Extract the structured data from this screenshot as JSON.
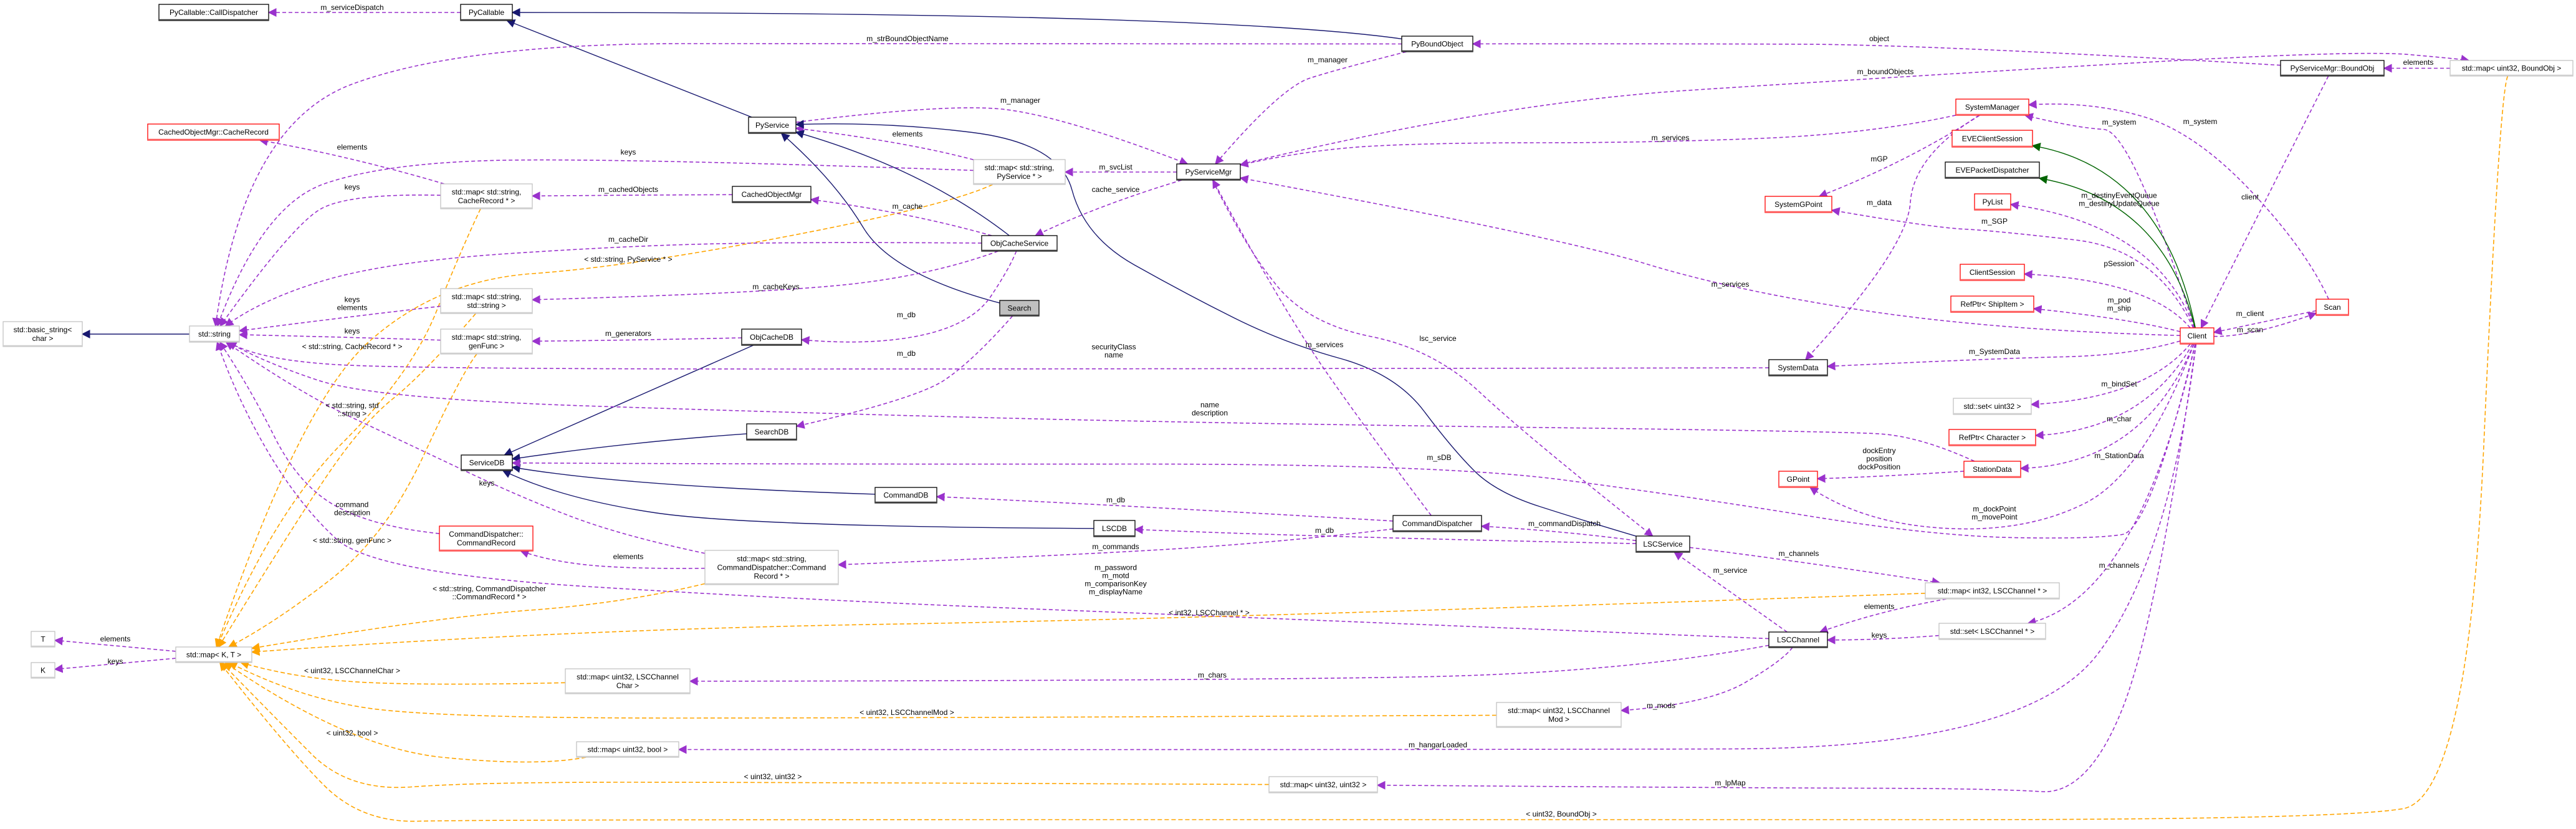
{
  "colors": {
    "usage": "#9a32cd",
    "inheritance": "#191970",
    "protected-inheritance": "#006400",
    "template-instance": "#ffa500",
    "undocumented_border": "#ff0000",
    "template_border": "#bfbfbf",
    "documented_border": "#000000",
    "current_fill": "#bfbfbf"
  },
  "nodes": [
    {
      "id": "calldisp",
      "label": [
        "PyCallable::CallDispatcher"
      ],
      "style": "documented"
    },
    {
      "id": "pycallable",
      "label": [
        "PyCallable"
      ],
      "style": "documented"
    },
    {
      "id": "pyboundobject",
      "label": [
        "PyBoundObject"
      ],
      "style": "documented"
    },
    {
      "id": "cacherecord",
      "label": [
        "CachedObjectMgr::CacheRecord"
      ],
      "style": "undocumented"
    },
    {
      "id": "pyservice",
      "label": [
        "PyService"
      ],
      "style": "documented"
    },
    {
      "id": "map_str_cacherec",
      "label": [
        "std::map< std::string,",
        "CacheRecord * >"
      ],
      "style": "template"
    },
    {
      "id": "cachedobjmgr",
      "label": [
        "CachedObjectMgr"
      ],
      "style": "documented"
    },
    {
      "id": "basic_string",
      "label": [
        "std::basic_string<",
        "char >"
      ],
      "style": "template"
    },
    {
      "id": "string",
      "label": [
        "std::string"
      ],
      "style": "template"
    },
    {
      "id": "map_str_str",
      "label": [
        "std::map< std::string,",
        "std::string >"
      ],
      "style": "template"
    },
    {
      "id": "map_str_genfunc",
      "label": [
        "std::map< std::string,",
        "genFunc >"
      ],
      "style": "template"
    },
    {
      "id": "objcachedb",
      "label": [
        "ObjCacheDB"
      ],
      "style": "documented"
    },
    {
      "id": "searchdb",
      "label": [
        "SearchDB"
      ],
      "style": "documented"
    },
    {
      "id": "servicedb",
      "label": [
        "ServiceDB"
      ],
      "style": "documented"
    },
    {
      "id": "cd_cmdrec",
      "label": [
        "CommandDispatcher::",
        "CommandRecord"
      ],
      "style": "undocumented"
    },
    {
      "id": "map_str_cdcr",
      "label": [
        "std::map< std::string,",
        "CommandDispatcher::Command",
        "Record * >"
      ],
      "style": "template"
    },
    {
      "id": "T",
      "label": [
        "T"
      ],
      "style": "template"
    },
    {
      "id": "K",
      "label": [
        "K"
      ],
      "style": "template"
    },
    {
      "id": "map_kt",
      "label": [
        "std::map< K, T >"
      ],
      "style": "template"
    },
    {
      "id": "map_u32_chanchar",
      "label": [
        "std::map< uint32, LSCChannel",
        "Char >"
      ],
      "style": "template"
    },
    {
      "id": "map_u32_bool",
      "label": [
        "std::map< uint32, bool >"
      ],
      "style": "template"
    },
    {
      "id": "map_str_pyservice",
      "label": [
        "std::map< std::string,",
        "PyService * >"
      ],
      "style": "template"
    },
    {
      "id": "pyservicemgr",
      "label": [
        "PyServiceMgr"
      ],
      "style": "documented"
    },
    {
      "id": "objcacheservice",
      "label": [
        "ObjCacheService"
      ],
      "style": "documented"
    },
    {
      "id": "search",
      "label": [
        "Search"
      ],
      "style": "current"
    },
    {
      "id": "commanddb",
      "label": [
        "CommandDB"
      ],
      "style": "documented"
    },
    {
      "id": "lscdb",
      "label": [
        "LSCDB"
      ],
      "style": "documented"
    },
    {
      "id": "commanddispatcher",
      "label": [
        "CommandDispatcher"
      ],
      "style": "documented"
    },
    {
      "id": "lscservice",
      "label": [
        "LSCService"
      ],
      "style": "documented"
    },
    {
      "id": "map_u32_chanmod",
      "label": [
        "std::map< uint32, LSCChannel",
        "Mod >"
      ],
      "style": "template"
    },
    {
      "id": "map_u32_u32",
      "label": [
        "std::map< uint32, uint32 >"
      ],
      "style": "template"
    },
    {
      "id": "boundobj",
      "label": [
        "PyServiceMgr::BoundObj"
      ],
      "style": "documented"
    },
    {
      "id": "map_u32_boundobj",
      "label": [
        "std::map< uint32, BoundObj >"
      ],
      "style": "template"
    },
    {
      "id": "systemmanager",
      "label": [
        "SystemManager"
      ],
      "style": "undocumented"
    },
    {
      "id": "eveclientsession",
      "label": [
        "EVEClientSession"
      ],
      "style": "undocumented"
    },
    {
      "id": "evepacketdispatcher",
      "label": [
        "EVEPacketDispatcher"
      ],
      "style": "documented"
    },
    {
      "id": "systemgpoint",
      "label": [
        "SystemGPoint"
      ],
      "style": "undocumented"
    },
    {
      "id": "pylist",
      "label": [
        "PyList"
      ],
      "style": "undocumented"
    },
    {
      "id": "clientsession",
      "label": [
        "ClientSession"
      ],
      "style": "undocumented"
    },
    {
      "id": "refptr_ship",
      "label": [
        "RefPtr< ShipItem >"
      ],
      "style": "undocumented"
    },
    {
      "id": "client",
      "label": [
        "Client"
      ],
      "style": "undocumented"
    },
    {
      "id": "scan",
      "label": [
        "Scan"
      ],
      "style": "undocumented"
    },
    {
      "id": "systemdata",
      "label": [
        "SystemData"
      ],
      "style": "documented"
    },
    {
      "id": "set_u32",
      "label": [
        "std::set< uint32 >"
      ],
      "style": "template"
    },
    {
      "id": "refptr_char",
      "label": [
        "RefPtr< Character >"
      ],
      "style": "undocumented"
    },
    {
      "id": "stationdata",
      "label": [
        "StationData"
      ],
      "style": "undocumented"
    },
    {
      "id": "gpoint",
      "label": [
        "GPoint"
      ],
      "style": "undocumented"
    },
    {
      "id": "map_i32_chan",
      "label": [
        "std::map< int32, LSCChannel * >"
      ],
      "style": "template"
    },
    {
      "id": "lscchannel",
      "label": [
        "LSCChannel"
      ],
      "style": "documented"
    },
    {
      "id": "set_chan",
      "label": [
        "std::set< LSCChannel * >"
      ],
      "style": "template"
    }
  ],
  "edges": [
    {
      "from": "pycallable",
      "to": "calldisp",
      "kind": "usage",
      "label": [
        "m_serviceDispatch"
      ]
    },
    {
      "from": "pyboundobject",
      "to": "pycallable",
      "kind": "inheritance",
      "label": []
    },
    {
      "from": "pyservice",
      "to": "pycallable",
      "kind": "inheritance",
      "label": []
    },
    {
      "from": "pyboundobject",
      "to": "string",
      "kind": "usage",
      "label": [
        "m_strBoundObjectName"
      ]
    },
    {
      "from": "pyboundobject",
      "to": "pyservicemgr",
      "kind": "usage",
      "label": [
        "m_manager"
      ]
    },
    {
      "from": "pyservice",
      "to": "pyservicemgr",
      "kind": "usage",
      "label": [
        "m_manager"
      ]
    },
    {
      "from": "pyservicemgr",
      "to": "map_str_pyservice",
      "kind": "usage",
      "label": [
        "m_svcList"
      ]
    },
    {
      "from": "map_str_pyservice",
      "to": "pyservice",
      "kind": "usage",
      "label": [
        "elements"
      ]
    },
    {
      "from": "map_str_pyservice",
      "to": "string",
      "kind": "usage",
      "label": [
        "keys"
      ]
    },
    {
      "from": "map_str_pyservice",
      "to": "map_kt",
      "kind": "template-instance",
      "label": [
        "< std::string, PyService * >"
      ]
    },
    {
      "from": "pyservicemgr",
      "to": "objcacheservice",
      "kind": "usage",
      "label": [
        "cache_service"
      ]
    },
    {
      "from": "objcacheservice",
      "to": "pyservice",
      "kind": "inheritance",
      "label": []
    },
    {
      "from": "search",
      "to": "pyservice",
      "kind": "inheritance",
      "label": []
    },
    {
      "from": "lscservice",
      "to": "pyservice",
      "kind": "inheritance",
      "label": []
    },
    {
      "from": "objcacheservice",
      "to": "cachedobjmgr",
      "kind": "usage",
      "label": [
        "m_cache"
      ]
    },
    {
      "from": "cachedobjmgr",
      "to": "map_str_cacherec",
      "kind": "usage",
      "label": [
        "m_cachedObjects"
      ]
    },
    {
      "from": "map_str_cacherec",
      "to": "cacherecord",
      "kind": "usage",
      "label": [
        "elements"
      ]
    },
    {
      "from": "map_str_cacherec",
      "to": "string",
      "kind": "usage",
      "label": [
        "keys"
      ]
    },
    {
      "from": "map_str_cacherec",
      "to": "map_kt",
      "kind": "template-instance",
      "label": [
        "< std::string, CacheRecord * >"
      ]
    },
    {
      "from": "objcacheservice",
      "to": "string",
      "kind": "usage",
      "label": [
        "m_cacheDir"
      ]
    },
    {
      "from": "objcacheservice",
      "to": "map_str_str",
      "kind": "usage",
      "label": [
        "m_cacheKeys"
      ]
    },
    {
      "from": "objcacheservice",
      "to": "objcachedb",
      "kind": "usage",
      "label": [
        "m_db"
      ]
    },
    {
      "from": "search",
      "to": "searchdb",
      "kind": "usage",
      "label": [
        "m_db"
      ]
    },
    {
      "from": "map_str_str",
      "to": "string",
      "kind": "usage",
      "label": [
        "keys",
        "elements"
      ]
    },
    {
      "from": "map_str_str",
      "to": "map_kt",
      "kind": "template-instance",
      "label": [
        "< std::string, std",
        "::string >"
      ]
    },
    {
      "from": "map_str_genfunc",
      "to": "string",
      "kind": "usage",
      "label": [
        "keys"
      ]
    },
    {
      "from": "map_str_genfunc",
      "to": "map_kt",
      "kind": "template-instance",
      "label": [
        "< std::string, genFunc >"
      ]
    },
    {
      "from": "objcachedb",
      "to": "map_str_genfunc",
      "kind": "usage",
      "label": [
        "m_generators"
      ]
    },
    {
      "from": "objcachedb",
      "to": "servicedb",
      "kind": "inheritance",
      "label": []
    },
    {
      "from": "searchdb",
      "to": "servicedb",
      "kind": "inheritance",
      "label": []
    },
    {
      "from": "commanddb",
      "to": "servicedb",
      "kind": "inheritance",
      "label": []
    },
    {
      "from": "lscdb",
      "to": "servicedb",
      "kind": "inheritance",
      "label": []
    },
    {
      "from": "client",
      "to": "servicedb",
      "kind": "usage",
      "label": [
        "m_sDB"
      ]
    },
    {
      "from": "systemdata",
      "to": "string",
      "kind": "usage",
      "label": [
        "securityClass",
        "name"
      ]
    },
    {
      "from": "stationdata",
      "to": "string",
      "kind": "usage",
      "label": [
        "name",
        "description"
      ]
    },
    {
      "from": "cd_cmdrec",
      "to": "string",
      "kind": "usage",
      "label": [
        "command",
        "description"
      ]
    },
    {
      "from": "map_str_cdcr",
      "to": "string",
      "kind": "usage",
      "label": [
        "keys"
      ]
    },
    {
      "from": "map_str_cdcr",
      "to": "cd_cmdrec",
      "kind": "usage",
      "label": [
        "elements"
      ]
    },
    {
      "from": "map_str_cdcr",
      "to": "map_kt",
      "kind": "template-instance",
      "label": [
        "< std::string, CommandDispatcher",
        "::CommandRecord * >"
      ]
    },
    {
      "from": "commanddispatcher",
      "to": "map_str_cdcr",
      "kind": "usage",
      "label": [
        "m_commands"
      ]
    },
    {
      "from": "commanddispatcher",
      "to": "commanddb",
      "kind": "usage",
      "label": [
        "m_db"
      ]
    },
    {
      "from": "lscservice",
      "to": "lscdb",
      "kind": "usage",
      "label": [
        "m_db"
      ]
    },
    {
      "from": "lscservice",
      "to": "commanddispatcher",
      "kind": "usage",
      "label": [
        "m_commandDispatch"
      ]
    },
    {
      "from": "commanddispatcher",
      "to": "pyservicemgr",
      "kind": "usage",
      "label": [
        "m_services"
      ]
    },
    {
      "from": "pyservicemgr",
      "to": "lscservice",
      "kind": "usage",
      "label": [
        "lsc_service"
      ]
    },
    {
      "from": "lscchannel",
      "to": "string",
      "kind": "usage",
      "label": [
        "m_password",
        "m_motd",
        "m_comparisonKey",
        "m_displayName"
      ]
    },
    {
      "from": "map_i32_chan",
      "to": "map_kt",
      "kind": "template-instance",
      "label": [
        "< int32, LSCChannel * >"
      ]
    },
    {
      "from": "lscservice",
      "to": "map_i32_chan",
      "kind": "usage",
      "label": [
        "m_channels"
      ]
    },
    {
      "from": "map_i32_chan",
      "to": "lscchannel",
      "kind": "usage",
      "label": [
        "elements"
      ]
    },
    {
      "from": "set_chan",
      "to": "lscchannel",
      "kind": "usage",
      "label": [
        "keys"
      ]
    },
    {
      "from": "lscchannel",
      "to": "lscservice",
      "kind": "usage",
      "label": [
        "m_service"
      ]
    },
    {
      "from": "client",
      "to": "set_chan",
      "kind": "usage",
      "label": [
        "m_channels"
      ]
    },
    {
      "from": "lscchannel",
      "to": "map_u32_chanchar",
      "kind": "usage",
      "label": [
        "m_chars"
      ]
    },
    {
      "from": "map_u32_chanchar",
      "to": "map_kt",
      "kind": "template-instance",
      "label": [
        "< uint32, LSCChannelChar >"
      ]
    },
    {
      "from": "lscchannel",
      "to": "map_u32_chanmod",
      "kind": "usage",
      "label": [
        "m_mods"
      ]
    },
    {
      "from": "map_u32_chanmod",
      "to": "map_kt",
      "kind": "template-instance",
      "label": [
        "< uint32, LSCChannelMod >"
      ]
    },
    {
      "from": "client",
      "to": "map_u32_bool",
      "kind": "usage",
      "label": [
        "m_hangarLoaded"
      ]
    },
    {
      "from": "map_u32_bool",
      "to": "map_kt",
      "kind": "template-instance",
      "label": [
        "< uint32, bool >"
      ]
    },
    {
      "from": "client",
      "to": "map_u32_u32",
      "kind": "usage",
      "label": [
        "m_lpMap"
      ]
    },
    {
      "from": "map_u32_u32",
      "to": "map_kt",
      "kind": "template-instance",
      "label": [
        "< uint32, uint32 >"
      ]
    },
    {
      "from": "map_u32_boundobj",
      "to": "map_kt",
      "kind": "template-instance",
      "label": [
        "< uint32, BoundObj >"
      ]
    },
    {
      "from": "map_kt",
      "to": "T",
      "kind": "usage",
      "label": [
        "elements"
      ]
    },
    {
      "from": "map_kt",
      "to": "K",
      "kind": "usage",
      "label": [
        "keys"
      ]
    },
    {
      "from": "string",
      "to": "basic_string",
      "kind": "inheritance",
      "label": []
    },
    {
      "from": "boundobj",
      "to": "pyboundobject",
      "kind": "usage",
      "label": [
        "object"
      ]
    },
    {
      "from": "pyservicemgr",
      "to": "map_u32_boundobj",
      "kind": "usage",
      "label": [
        "m_boundObjects"
      ]
    },
    {
      "from": "map_u32_boundobj",
      "to": "boundobj",
      "kind": "usage",
      "label": [
        "elements"
      ]
    },
    {
      "from": "boundobj",
      "to": "client",
      "kind": "usage",
      "label": [
        "client"
      ]
    },
    {
      "from": "client",
      "to": "systemmanager",
      "kind": "usage",
      "label": [
        "m_system"
      ]
    },
    {
      "from": "scan",
      "to": "systemmanager",
      "kind": "usage",
      "label": [
        "m_system"
      ]
    },
    {
      "from": "client",
      "to": "eveclientsession",
      "kind": "protected-inheritance",
      "label": []
    },
    {
      "from": "client",
      "to": "evepacketdispatcher",
      "kind": "protected-inheritance",
      "label": []
    },
    {
      "from": "systemmanager",
      "to": "pyservicemgr",
      "kind": "usage",
      "label": [
        "m_services"
      ]
    },
    {
      "from": "systemmanager",
      "to": "systemgpoint",
      "kind": "usage",
      "label": [
        "mGP"
      ]
    },
    {
      "from": "systemmanager",
      "to": "systemdata",
      "kind": "usage",
      "label": [
        "m_data"
      ]
    },
    {
      "from": "client",
      "to": "pylist",
      "kind": "usage",
      "label": [
        "m_destinyEventQueue",
        "m_destinyUpdateQueue"
      ]
    },
    {
      "from": "client",
      "to": "systemgpoint",
      "kind": "usage",
      "label": [
        "m_SGP"
      ]
    },
    {
      "from": "client",
      "to": "clientsession",
      "kind": "usage",
      "label": [
        "pSession"
      ]
    },
    {
      "from": "client",
      "to": "pyservicemgr",
      "kind": "usage",
      "label": [
        "m_services"
      ]
    },
    {
      "from": "client",
      "to": "refptr_ship",
      "kind": "usage",
      "label": [
        "m_pod",
        "m_ship"
      ]
    },
    {
      "from": "scan",
      "to": "client",
      "kind": "usage",
      "label": [
        "m_client"
      ]
    },
    {
      "from": "client",
      "to": "scan",
      "kind": "usage",
      "label": [
        "m_scan"
      ]
    },
    {
      "from": "client",
      "to": "systemdata",
      "kind": "usage",
      "label": [
        "m_SystemData"
      ]
    },
    {
      "from": "client",
      "to": "set_u32",
      "kind": "usage",
      "label": [
        "m_bindSet"
      ]
    },
    {
      "from": "client",
      "to": "refptr_char",
      "kind": "usage",
      "label": [
        "m_char"
      ]
    },
    {
      "from": "client",
      "to": "stationdata",
      "kind": "usage",
      "label": [
        "m_StationData"
      ]
    },
    {
      "from": "stationdata",
      "to": "gpoint",
      "kind": "usage",
      "label": [
        "dockEntry",
        "position",
        "dockPosition"
      ]
    },
    {
      "from": "client",
      "to": "gpoint",
      "kind": "usage",
      "label": [
        "m_dockPoint",
        "m_movePoint"
      ]
    }
  ]
}
